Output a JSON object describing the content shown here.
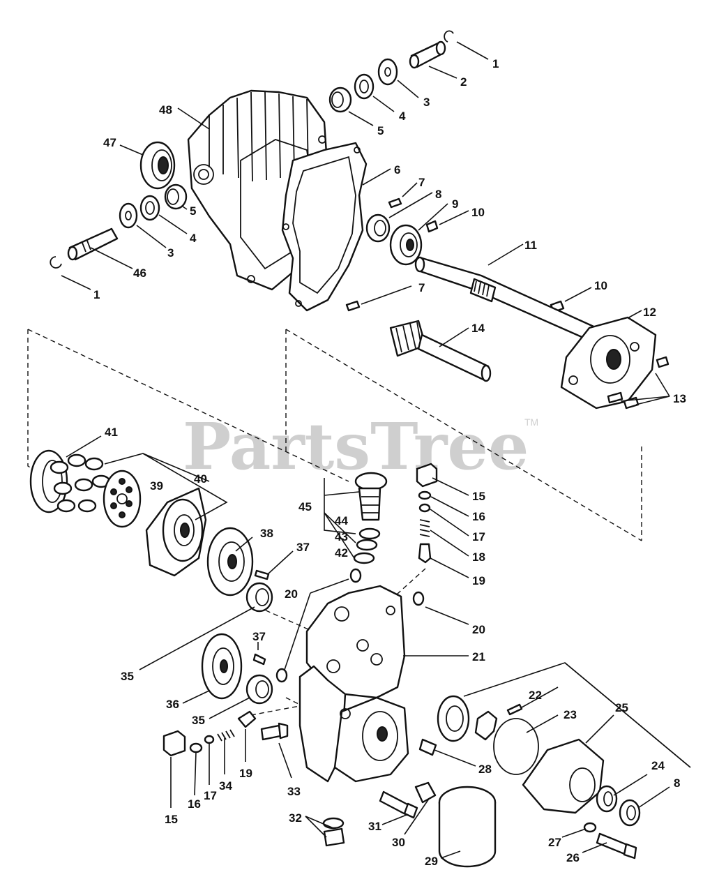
{
  "watermark": {
    "text": "PartsTree",
    "trademark": "TM"
  },
  "callouts": {
    "c1a": "1",
    "c2": "2",
    "c3a": "3",
    "c4a": "4",
    "c5a": "5",
    "c48": "48",
    "c47": "47",
    "c5b": "5",
    "c4b": "4",
    "c3b": "3",
    "c46": "46",
    "c1b": "1",
    "c6": "6",
    "c7a": "7",
    "c8a": "8",
    "c9": "9",
    "c10a": "10",
    "c11": "11",
    "c7b": "7",
    "c10b": "10",
    "c12": "12",
    "c14": "14",
    "c13": "13",
    "c41": "41",
    "c39": "39",
    "c40": "40",
    "c45": "45",
    "c44": "44",
    "c43": "43",
    "c42": "42",
    "c15a": "15",
    "c16a": "16",
    "c17a": "17",
    "c18": "18",
    "c19a": "19",
    "c38": "38",
    "c37a": "37",
    "c20a": "20",
    "c20b": "20",
    "c21": "21",
    "c35a": "35",
    "c37b": "37",
    "c36": "36",
    "c35b": "35",
    "c22": "22",
    "c25": "25",
    "c23": "23",
    "c28": "28",
    "c24": "24",
    "c8b": "8",
    "c33": "33",
    "c19b": "19",
    "c34": "34",
    "c17b": "17",
    "c16b": "16",
    "c15b": "15",
    "c32": "32",
    "c31": "31",
    "c30": "30",
    "c29": "29",
    "c27": "27",
    "c26": "26"
  }
}
